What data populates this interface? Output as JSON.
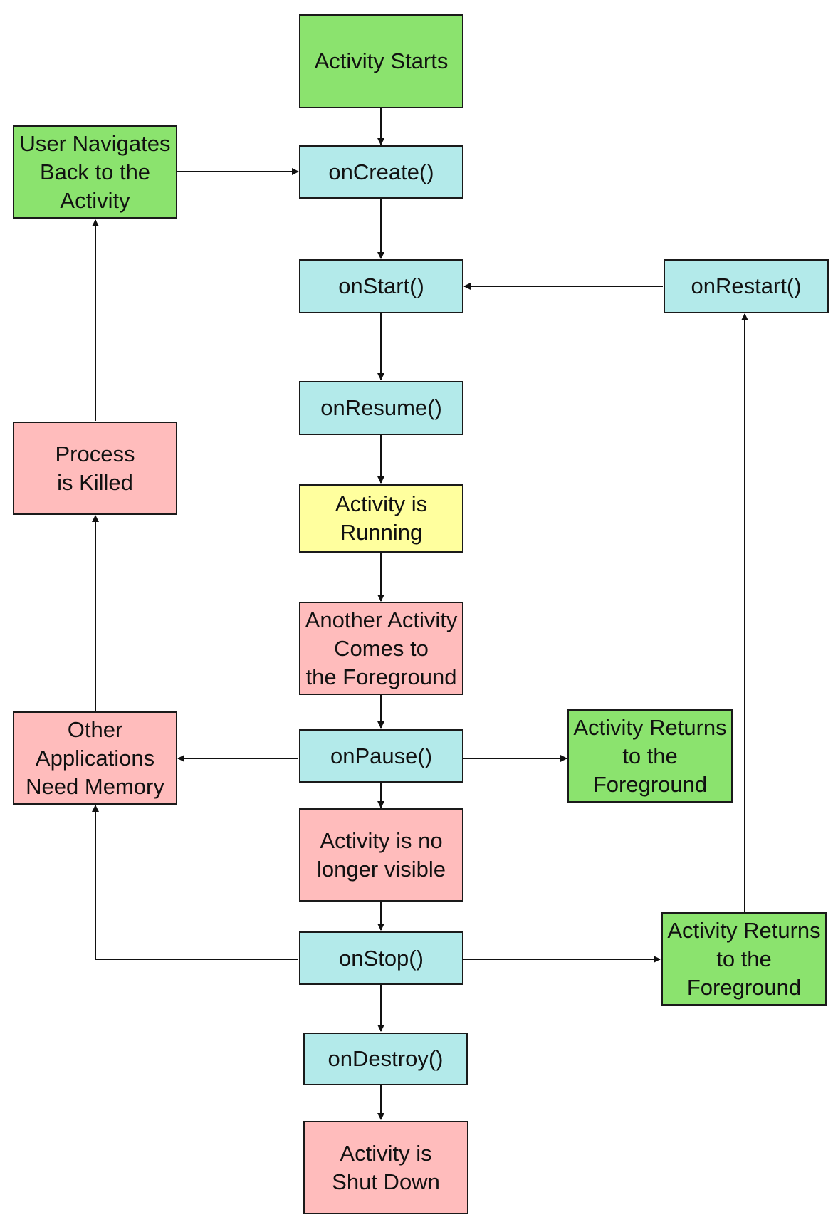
{
  "colors": {
    "start_green": "#8be36e",
    "callback_cyan": "#b3eaea",
    "running_yellow": "#ffff9e",
    "state_pink": "#ffbcbc",
    "line": "#111111"
  },
  "nodes": {
    "activity_starts": [
      "Activity Starts"
    ],
    "on_create": [
      "onCreate()"
    ],
    "user_navigates_back": [
      "User Navigates",
      "Back to the",
      "Activity"
    ],
    "on_start": [
      "onStart()"
    ],
    "on_restart": [
      "onRestart()"
    ],
    "on_resume": [
      "onResume()"
    ],
    "process_killed": [
      "Process",
      "is Killed"
    ],
    "activity_running": [
      "Activity is",
      "Running"
    ],
    "another_activity": [
      "Another Activity",
      "Comes to",
      "the Foreground"
    ],
    "other_apps_memory": [
      "Other",
      "Applications",
      "Need Memory"
    ],
    "on_pause": [
      "onPause()"
    ],
    "returns_foreground_1": [
      "Activity Returns",
      "to the",
      "Foreground"
    ],
    "not_visible": [
      "Activity is no",
      "longer visible"
    ],
    "on_stop": [
      "onStop()"
    ],
    "returns_foreground_2": [
      "Activity Returns",
      "to the",
      "Foreground"
    ],
    "on_destroy": [
      "onDestroy()"
    ],
    "shut_down": [
      "Activity is",
      "Shut Down"
    ]
  }
}
